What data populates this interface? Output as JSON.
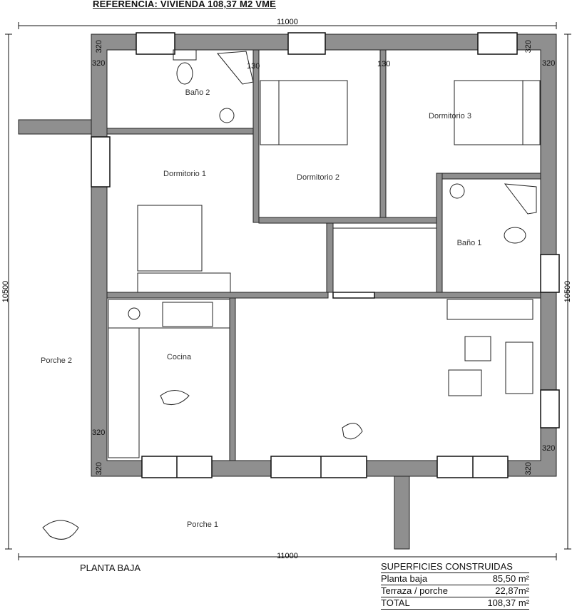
{
  "title": "REFERENCIA: VIVIENDA 108,37 M2 VME",
  "plan_label": "PLANTA BAJA",
  "dimensions": {
    "width_top": "11000",
    "width_bottom": "11000",
    "height_left": "10500",
    "height_right": "10500",
    "wall": "320",
    "partition": "130"
  },
  "rooms": [
    "Baño 2",
    "Dormitorio 1",
    "Dormitorio 2",
    "Dormitorio 3",
    "Baño 1",
    "Cocina",
    "Porche 2",
    "Porche 1"
  ],
  "areas": {
    "heading": "SUPERFICIES CONSTRUIDAS",
    "rows": [
      {
        "label": "Planta baja",
        "value": "85,50 m²"
      },
      {
        "label": "Terraza / porche",
        "value": "22,87m²"
      },
      {
        "label": "TOTAL",
        "value": "108,37 m²"
      }
    ]
  },
  "colors": {
    "wall": "#8f8f8f",
    "line": "#111111"
  }
}
